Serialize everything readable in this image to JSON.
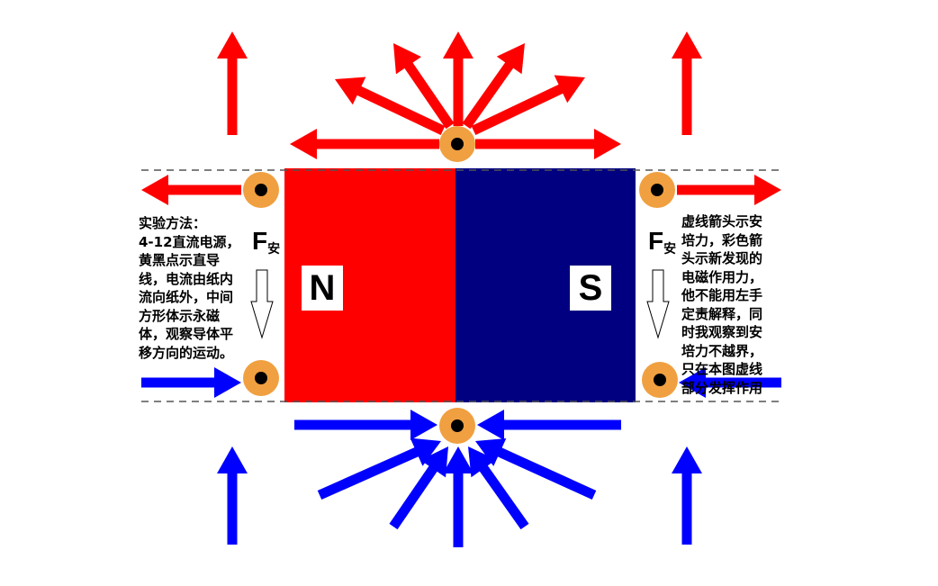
{
  "colors": {
    "north": "#ff0000",
    "south": "#000080",
    "outward_arrow": "#ff0000",
    "inward_arrow": "#0000ff",
    "conductor_ring": "#f0a040",
    "conductor_core": "#000000"
  },
  "magnet": {
    "north_label": "N",
    "south_label": "S"
  },
  "force_label": {
    "symbol": "F",
    "subscript": "安"
  },
  "left_note": "实验方法：\n4-12直流电源，\n黄黑点示直导\n线，电流由纸内\n流向纸外，中间\n方形体示永磁\n体，观察导体平\n移方向的运动。",
  "right_note": "虚线箭头示安\n培力，彩色箭\n头示新发现的\n电磁作用力，\n他不能用左手\n定责解释，同\n时我观察到安\n培力不越界，\n只在本图虚线\n部分发挥作用"
}
